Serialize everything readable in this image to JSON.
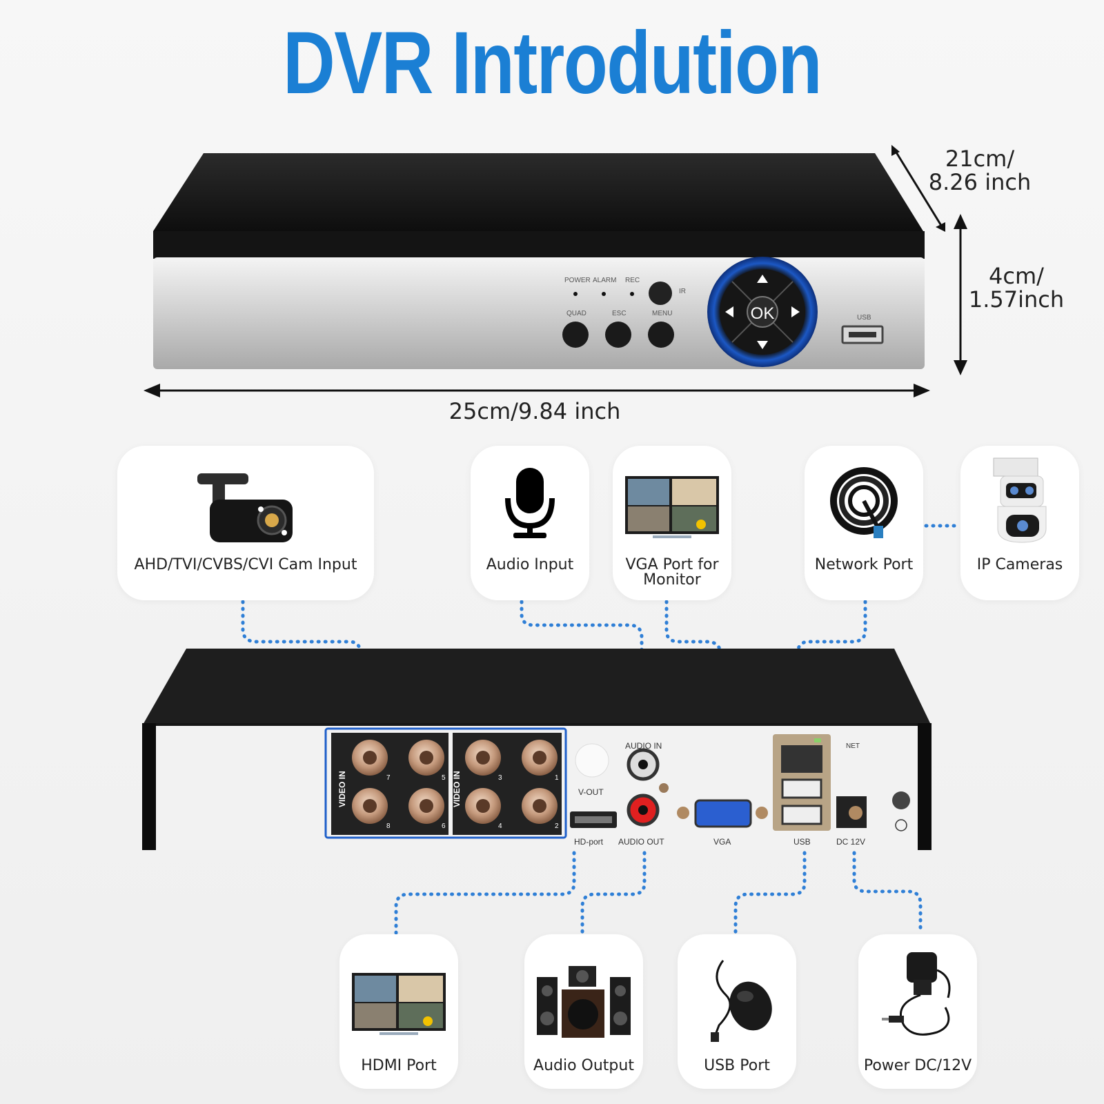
{
  "title": "DVR Introdution",
  "dimensions": {
    "depth_line1": "21cm/",
    "depth_line2": "8.26 inch",
    "height_line1": "4cm/",
    "height_line2": "1.57inch",
    "width": "25cm/9.84 inch"
  },
  "front_panel": {
    "power": "POWER",
    "alarm": "ALARM",
    "rec": "REC",
    "ir": "IR",
    "quad": "QUAD",
    "esc": "ESC",
    "menu": "MENU",
    "ok": "OK",
    "usb": "USB"
  },
  "rear_panel": {
    "video_in": "VIDEO IN",
    "ports": [
      "7",
      "5",
      "3",
      "1",
      "8",
      "6",
      "4",
      "2"
    ],
    "v_out": "V-OUT",
    "audio_in": "AUDIO IN",
    "audio_out": "AUDIO OUT",
    "hd_port": "HD-port",
    "vga": "VGA",
    "usb": "USB",
    "net": "NET",
    "dc12v": "DC 12V"
  },
  "cards": {
    "cam_input": "AHD/TVI/CVBS/CVI Cam Input",
    "audio_input": "Audio Input",
    "vga_line1": "VGA Port for",
    "vga_line2": "Monitor",
    "network": "Network Port",
    "ip_cameras": "IP Cameras",
    "hdmi": "HDMI Port",
    "audio_output": "Audio Output",
    "usb_port": "USB Port",
    "power": "Power DC/12V"
  },
  "colors": {
    "title": "#1b7fd4",
    "accent_blue": "#1e5fc9",
    "dotted": "#2f7fd6"
  }
}
